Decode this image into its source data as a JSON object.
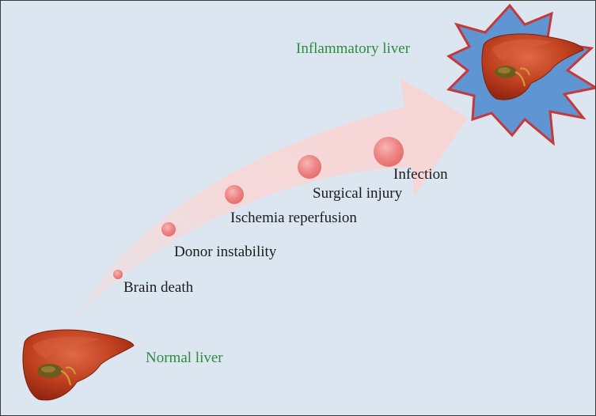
{
  "diagram": {
    "labels": {
      "start": "Normal liver",
      "end": "Inflammatory liver"
    },
    "stages": [
      {
        "label": "Brain death",
        "order": 1
      },
      {
        "label": "Donor instability",
        "order": 2
      },
      {
        "label": "Ischemia reperfusion",
        "order": 3
      },
      {
        "label": "Surgical injury",
        "order": 4
      },
      {
        "label": "Infection",
        "order": 5
      }
    ],
    "colors": {
      "background": "#dce6f1",
      "arrow": "#f6dcdc",
      "stage_dot": "#ea7d7d",
      "liver": "#b8371c",
      "burst": "#5f95d2",
      "label_green": "#2e8b3e",
      "label_dark": "#1c1c1c"
    }
  }
}
